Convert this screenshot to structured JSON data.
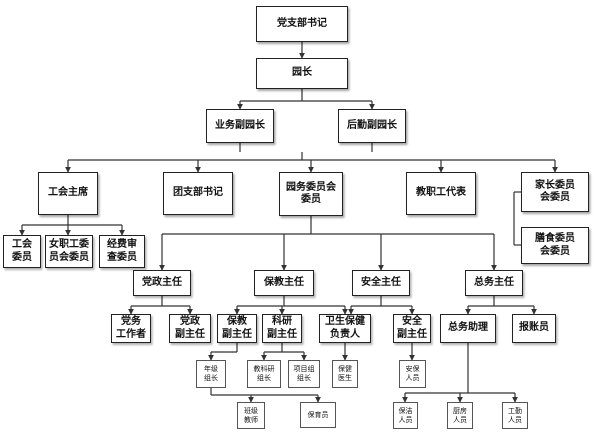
{
  "nodes": {
    "secretary": "党支部书记",
    "principal": "园长",
    "vp_business": "业务副园长",
    "vp_logistics": "后勤副园长",
    "union_chair": "工会主席",
    "youth_secretary": "团支部书记",
    "committee": "园务委员会\n委员",
    "staff_rep": "教职工代表",
    "parents_committee": "家长委员\n会委员",
    "food_committee": "膳食委员\n会委员",
    "union_member": "工会\n委员",
    "women_committee": "女职工委\n员会委员",
    "audit_committee": "经费审\n查委员",
    "party_director": "党政主任",
    "care_director": "保教主任",
    "safety_director": "安全主任",
    "general_director": "总务主任",
    "party_worker": "党务\n工作者",
    "party_deputy": "党政\n副主任",
    "care_deputy": "保教\n副主任",
    "research_deputy": "科研\n副主任",
    "health_lead": "卫生保健\n负责人",
    "safety_deputy": "安全\n副主任",
    "general_assistant": "总务助理",
    "reimbursement_clerk": "报账员",
    "grade_leader": "年级\n组长",
    "research_leader": "教科研\n组长",
    "project_leader": "项目组\n组长",
    "health_doctor": "保健\n医生",
    "security_staff": "安保\n人员",
    "class_teacher": "班级\n教师",
    "childcare_worker": "保育员",
    "cleaning_staff": "保洁\n人员",
    "kitchen_staff": "厨房\n人员",
    "engineering_staff": "工勤\n人员"
  }
}
